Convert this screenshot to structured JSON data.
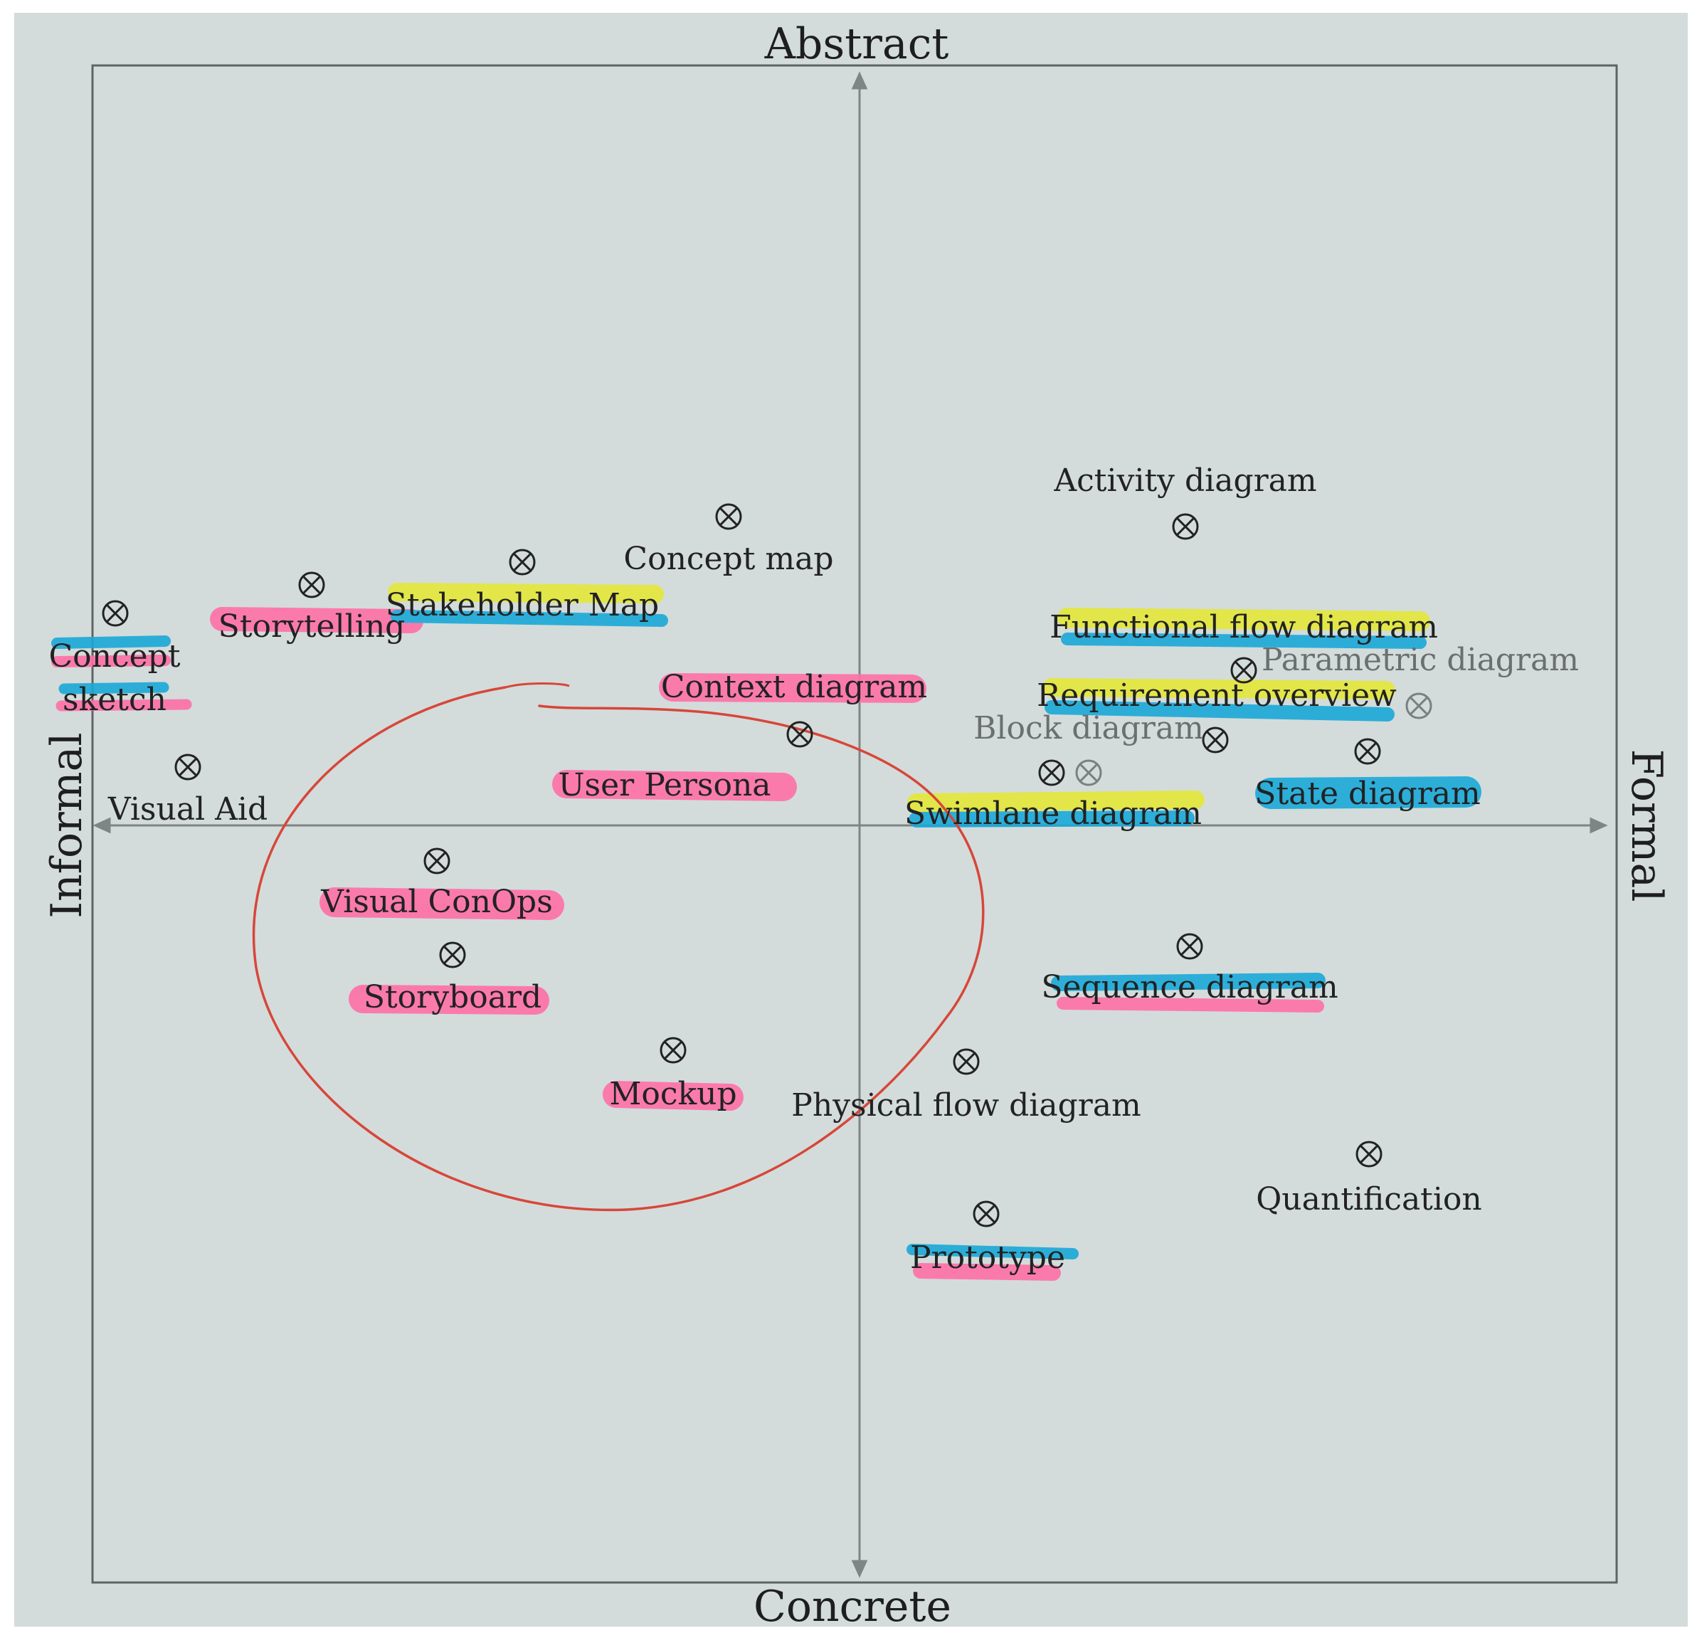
{
  "axes": {
    "top": "Abstract",
    "bottom": "Concrete",
    "left": "Informal",
    "right": "Formal"
  },
  "colors": {
    "paper": "#d3dcda",
    "ink": "#222222",
    "frame": "#5f6364",
    "highlight_pink": "#ff6fa6",
    "highlight_blue": "#1aa8d8",
    "highlight_yellow": "#e4e83a",
    "circle_pen": "#d8463a"
  },
  "items": [
    {
      "label": "Concept",
      "highlights": [
        "blue",
        "pink"
      ]
    },
    {
      "label": "sketch",
      "highlights": [
        "blue",
        "pink"
      ]
    },
    {
      "label": "Storytelling",
      "highlights": [
        "pink"
      ]
    },
    {
      "label": "Stakeholder Map",
      "highlights": [
        "yellow",
        "blue"
      ]
    },
    {
      "label": "Concept map",
      "highlights": []
    },
    {
      "label": "Context diagram",
      "highlights": [
        "pink"
      ]
    },
    {
      "label": "User Persona",
      "highlights": [
        "pink"
      ]
    },
    {
      "label": "Visual Aid",
      "highlights": []
    },
    {
      "label": "Visual ConOps",
      "highlights": [
        "pink"
      ]
    },
    {
      "label": "Storyboard",
      "highlights": [
        "pink"
      ]
    },
    {
      "label": "Mockup",
      "highlights": [
        "pink"
      ]
    },
    {
      "label": "Activity diagram",
      "highlights": []
    },
    {
      "label": "Functional flow diagram",
      "highlights": [
        "yellow",
        "blue"
      ]
    },
    {
      "label": "Parametric diagram",
      "highlights": []
    },
    {
      "label": "Requirement overview",
      "highlights": [
        "yellow",
        "blue"
      ]
    },
    {
      "label": "Block diagram",
      "highlights": []
    },
    {
      "label": "Swimlane diagram",
      "highlights": [
        "yellow",
        "blue"
      ]
    },
    {
      "label": "State diagram",
      "highlights": [
        "blue"
      ]
    },
    {
      "label": "Sequence diagram",
      "highlights": [
        "blue",
        "pink"
      ]
    },
    {
      "label": "Physical flow diagram",
      "highlights": []
    },
    {
      "label": "Quantification",
      "highlights": []
    },
    {
      "label": "Prototype",
      "highlights": [
        "blue",
        "pink"
      ]
    }
  ]
}
